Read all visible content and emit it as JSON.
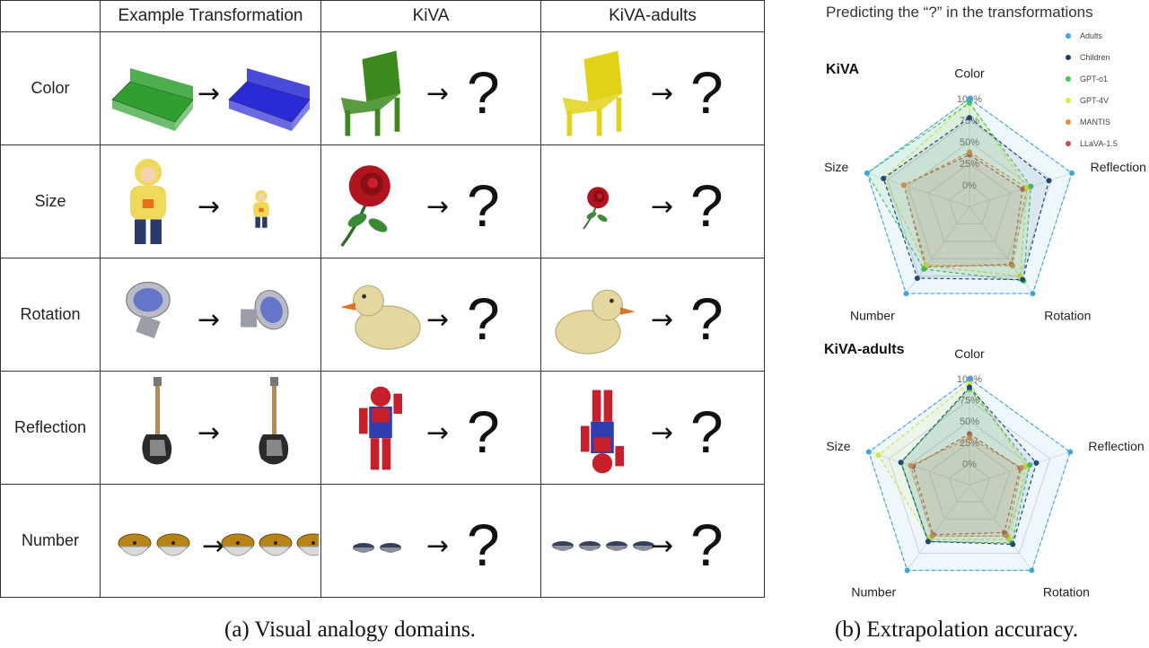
{
  "table": {
    "headers": [
      "",
      "Example Transformation",
      "KiVA",
      "KiVA-adults"
    ],
    "rows": [
      {
        "label": "Color"
      },
      {
        "label": "Size"
      },
      {
        "label": "Rotation"
      },
      {
        "label": "Reflection"
      },
      {
        "label": "Number"
      }
    ],
    "arrow": "→",
    "question": "?"
  },
  "captions": {
    "a": "(a) Visual analogy domains.",
    "b": "(b) Extrapolation accuracy."
  },
  "radar": {
    "title": "Predicting the “?” in the transformations",
    "axes": [
      "Color",
      "Reflection",
      "Rotation",
      "Number",
      "Size"
    ],
    "ticks": [
      "0%",
      "25%",
      "50%",
      "75%",
      "100%"
    ],
    "legend": [
      {
        "name": "Adults",
        "color": "#3aa8e0"
      },
      {
        "name": "Children",
        "color": "#1f3f6e"
      },
      {
        "name": "GPT-o1",
        "color": "#4cc94c"
      },
      {
        "name": "GPT-4V",
        "color": "#e6e62a"
      },
      {
        "name": "MANTIS",
        "color": "#e88c3a"
      },
      {
        "name": "LLaVA-1.5",
        "color": "#b85050"
      }
    ]
  },
  "chart_data": [
    {
      "type": "radar",
      "title": "KiVA",
      "axes": [
        "Color",
        "Reflection",
        "Rotation",
        "Number",
        "Size"
      ],
      "range": [
        0,
        100
      ],
      "series": [
        {
          "name": "Adults",
          "values": [
            100,
            100,
            100,
            100,
            100
          ]
        },
        {
          "name": "Children",
          "values": [
            78,
            72,
            80,
            78,
            80
          ]
        },
        {
          "name": "GPT-o1",
          "values": [
            95,
            50,
            82,
            65,
            100
          ]
        },
        {
          "name": "GPT-4V",
          "values": [
            97,
            45,
            75,
            60,
            80
          ]
        },
        {
          "name": "MANTIS",
          "values": [
            38,
            45,
            60,
            60,
            55
          ]
        },
        {
          "name": "LLaVA-1.5",
          "values": [
            35,
            40,
            58,
            62,
            55
          ]
        }
      ]
    },
    {
      "type": "radar",
      "title": "KiVA-adults",
      "axes": [
        "Color",
        "Reflection",
        "Rotation",
        "Number",
        "Size"
      ],
      "range": [
        0,
        100
      ],
      "series": [
        {
          "name": "Adults",
          "values": [
            100,
            100,
            100,
            100,
            100
          ]
        },
        {
          "name": "Children",
          "values": [
            90,
            58,
            62,
            58,
            60
          ]
        },
        {
          "name": "GPT-o1",
          "values": [
            88,
            50,
            60,
            58,
            60
          ]
        },
        {
          "name": "GPT-4V",
          "values": [
            95,
            45,
            55,
            55,
            88
          ]
        },
        {
          "name": "MANTIS",
          "values": [
            30,
            40,
            50,
            50,
            48
          ]
        },
        {
          "name": "LLaVA-1.5",
          "values": [
            35,
            38,
            45,
            48,
            45
          ]
        }
      ]
    }
  ]
}
